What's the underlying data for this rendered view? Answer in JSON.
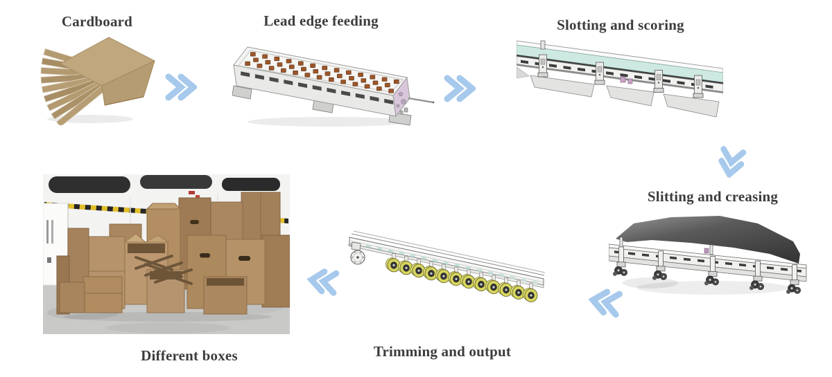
{
  "diagram": {
    "background": "#ffffff",
    "label_color": "#3c3c3c",
    "arrow_color": "#a6c9ec"
  },
  "stages": [
    {
      "id": "cardboard",
      "label": "Cardboard",
      "illustration": "cardboard-sheet-stack"
    },
    {
      "id": "lead-edge-feeding",
      "label": "Lead edge feeding",
      "illustration": "lead-edge-feeder-machine"
    },
    {
      "id": "slotting-scoring",
      "label": "Slotting and scoring",
      "illustration": "slotting-scoring-machine"
    },
    {
      "id": "slitting-creasing",
      "label": "Slitting and creasing",
      "illustration": "slitting-creasing-machine"
    },
    {
      "id": "trimming-output",
      "label": "Trimming and output",
      "illustration": "trimming-output-machine"
    },
    {
      "id": "different-boxes",
      "label": "Different boxes",
      "illustration": "stacked-cardboard-boxes-photo"
    }
  ],
  "arrows": [
    {
      "from": "cardboard",
      "to": "lead-edge-feeding",
      "glyph": "»",
      "direction": "right"
    },
    {
      "from": "lead-edge-feeding",
      "to": "slotting-scoring",
      "glyph": "»",
      "direction": "right"
    },
    {
      "from": "slotting-scoring",
      "to": "slitting-creasing",
      "glyph": "»",
      "direction": "down"
    },
    {
      "from": "slitting-creasing",
      "to": "trimming-output",
      "glyph": "«",
      "direction": "left"
    },
    {
      "from": "trimming-output",
      "to": "different-boxes",
      "glyph": "«",
      "direction": "left"
    }
  ],
  "palette": {
    "cardboard_tan": "#b49a71",
    "machine_teal": "#cde9e2",
    "roller_yellow": "#d8d65e",
    "feeder_dot_orange": "#9c562a",
    "feeder_end_purple": "#d8c6da",
    "hazard_yellow": "#e2bf2a",
    "steel_gray": "#5a5a5a"
  }
}
